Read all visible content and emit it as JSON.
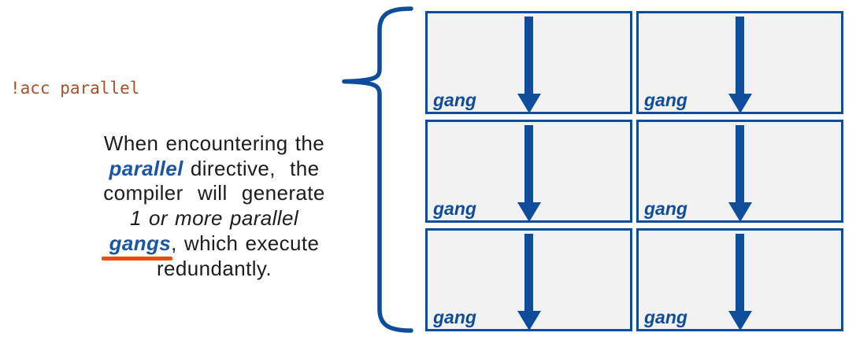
{
  "colors": {
    "blue": "#0F4C9C",
    "keyword_blue": "#1B55A6",
    "box_fill": "#F2F2F2",
    "code_brown": "#A4512C",
    "underline_orange": "#E84E0D",
    "text_black": "#1C1C1C",
    "background": "#FFFFFF"
  },
  "code_label": "!acc parallel",
  "description": {
    "line1": "When encountering the",
    "line2_keyword": "parallel",
    "line2_rest": " directive,  the",
    "line3": "compiler  will  generate",
    "line4": "1 or more parallel",
    "line5_keyword": "gangs",
    "line5_rest": ", which execute",
    "line6": "redundantly."
  },
  "grid": {
    "cells": [
      {
        "label": "gang"
      },
      {
        "label": "gang"
      },
      {
        "label": "gang"
      },
      {
        "label": "gang"
      },
      {
        "label": "gang"
      },
      {
        "label": "gang"
      }
    ]
  }
}
